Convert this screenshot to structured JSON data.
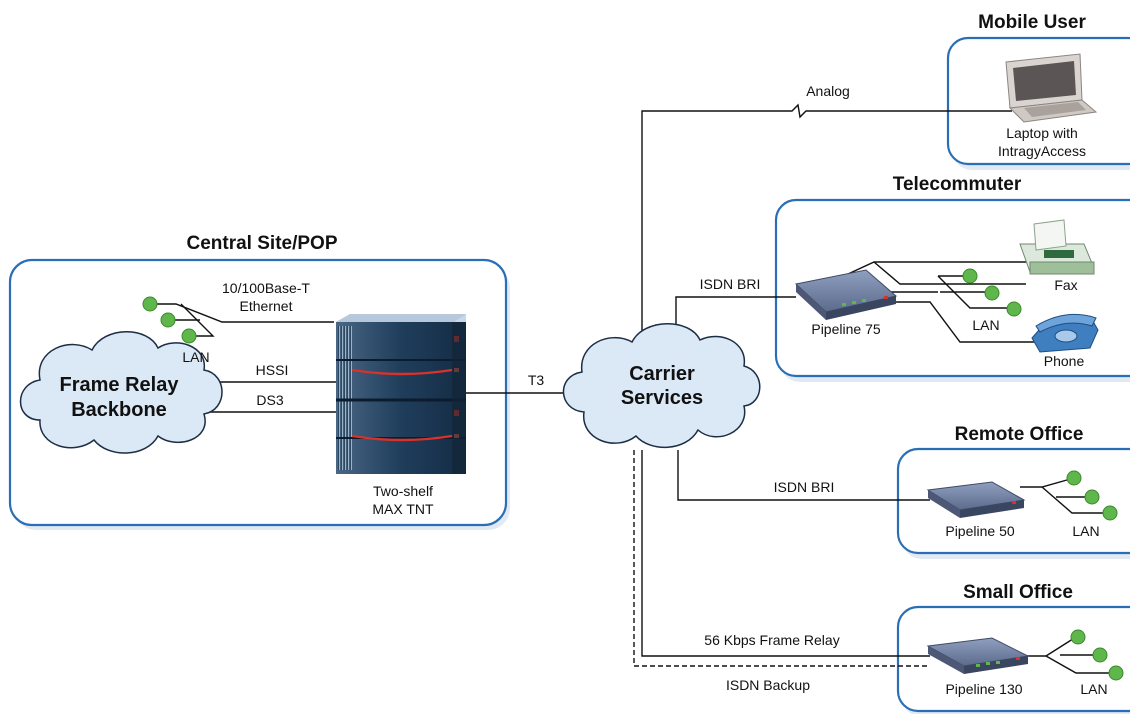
{
  "sites": {
    "central": {
      "title": "Central Site/POP",
      "ethernet_line1": "10/100Base-T",
      "ethernet_line2": "Ethernet",
      "lan": "LAN",
      "hssi": "HSSI",
      "ds3": "DS3",
      "device_line1": "Two-shelf",
      "device_line2": "MAX TNT",
      "cloud_line1": "Frame Relay",
      "cloud_line2": "Backbone"
    },
    "carrier": {
      "cloud_line1": "Carrier",
      "cloud_line2": "Services",
      "t3": "T3"
    },
    "mobile": {
      "title": "Mobile User",
      "link": "Analog",
      "device_line1": "Laptop with",
      "device_line2": "IntragyAccess"
    },
    "telecommuter": {
      "title": "Telecommuter",
      "link": "ISDN BRI",
      "device": "Pipeline 75",
      "fax": "Fax",
      "lan": "LAN",
      "phone": "Phone"
    },
    "remote": {
      "title": "Remote Office",
      "link": "ISDN BRI",
      "device": "Pipeline 50",
      "lan": "LAN"
    },
    "small": {
      "title": "Small Office",
      "link": "56 Kbps Frame Relay",
      "backup": "ISDN Backup",
      "device": "Pipeline 130",
      "lan": "LAN"
    }
  },
  "colors": {
    "box_border": "#2a6fb5",
    "node_green": "#5fb64a",
    "cloud_fill": "#dbe9f6",
    "server_body": "#1f3e5c",
    "server_stripe": "#d8322a"
  },
  "icons": [
    "cloud-icon",
    "server-rack-icon",
    "laptop-icon",
    "router-icon",
    "fax-icon",
    "phone-icon",
    "lan-node-icon"
  ]
}
